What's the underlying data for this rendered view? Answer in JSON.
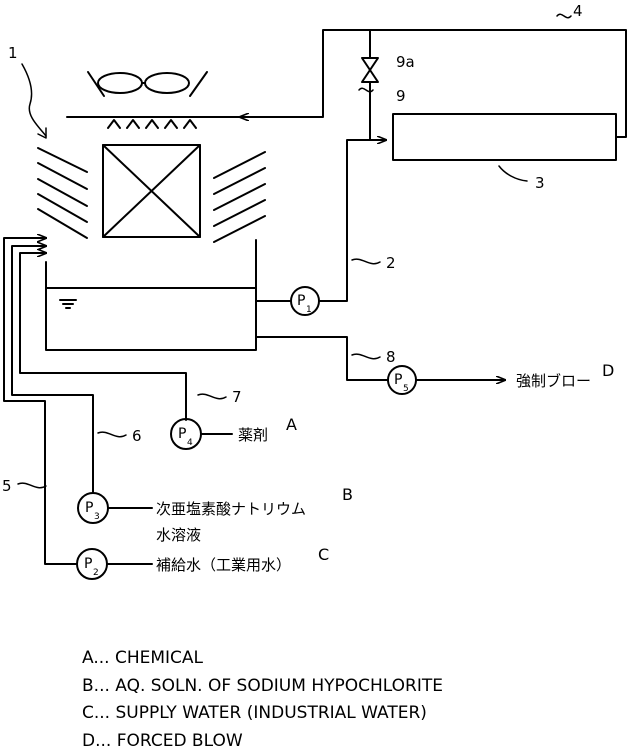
{
  "labels": {
    "ref_1": "1",
    "ref_2": "2",
    "ref_3": "3",
    "ref_4": "4",
    "ref_5": "5",
    "ref_6": "6",
    "ref_7": "7",
    "ref_8": "8",
    "ref_9": "9",
    "ref_9a": "9a"
  },
  "pumps": [
    {
      "id": "P1",
      "letter": "P",
      "sub": "1"
    },
    {
      "id": "P2",
      "letter": "P",
      "sub": "2"
    },
    {
      "id": "P3",
      "letter": "P",
      "sub": "3"
    },
    {
      "id": "P4",
      "letter": "P",
      "sub": "4"
    },
    {
      "id": "P5",
      "letter": "P",
      "sub": "5"
    }
  ],
  "streams": {
    "chemical_jp": "薬剤",
    "chemical_letter": "A",
    "hypochlorite_jp_line1": "次亜塩素酸ナトリウム",
    "hypochlorite_jp_line2": "水溶液",
    "hypochlorite_letter": "B",
    "supply_jp": "補給水（工業用水）",
    "supply_letter": "C",
    "blow_jp": "強制ブロー",
    "blow_letter": "D"
  },
  "legend": [
    "A... CHEMICAL",
    "B... AQ. SOLN. OF SODIUM HYPOCHLORITE",
    "C... SUPPLY WATER (INDUSTRIAL WATER)",
    "D... FORCED BLOW"
  ]
}
